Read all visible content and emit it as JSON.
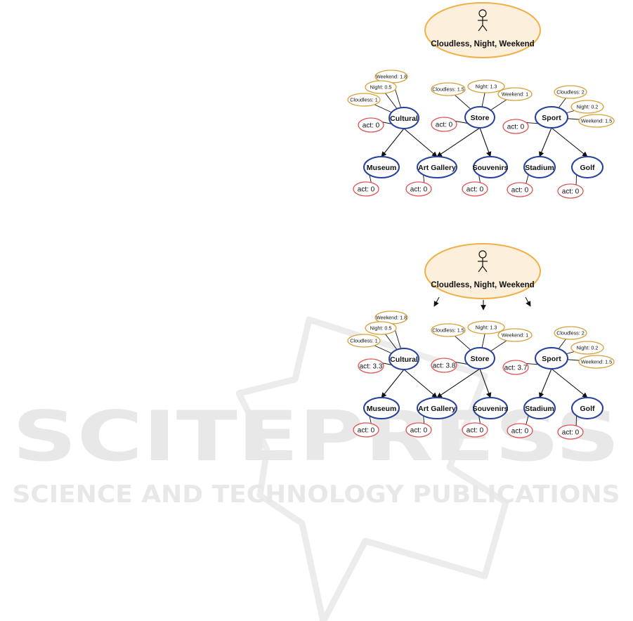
{
  "watermark": {
    "brand": "SCITEPRESS",
    "tagline": "SCIENCE AND TECHNOLOGY PUBLICATIONS"
  },
  "colors": {
    "context_fill": "#fcf0dc",
    "context_stroke": "#efb04a",
    "node_stroke": "#24409c",
    "weight_stroke": "#d6a13c",
    "act_stroke": "#e05050",
    "edge": "#111111",
    "watermark": "#e6e6e6"
  },
  "diagrams": [
    {
      "context": "Cloudless, Night, Weekend",
      "context_arrows": false,
      "nodes": [
        {
          "label": "Cultural",
          "act": "act: 0",
          "weights": [
            "Weekend: 1.8",
            "Night: 0.5",
            "Cloudless: 1"
          ]
        },
        {
          "label": "Store",
          "act": "act: 0",
          "weights": [
            "Cloudless: 1.5",
            "Night: 1.3",
            "Weekend: 1"
          ]
        },
        {
          "label": "Sport",
          "act": "act: 0",
          "weights": [
            "Cloudless: 2",
            "Night: 0.2",
            "Weekend: 1.5"
          ]
        },
        {
          "label": "Museum",
          "act": "act: 0"
        },
        {
          "label": "Art Gallery",
          "act": "act: 0"
        },
        {
          "label": "Souvenirs",
          "act": "act: 0"
        },
        {
          "label": "Stadium",
          "act": "act: 0"
        },
        {
          "label": "Golf",
          "act": "act: 0"
        }
      ]
    },
    {
      "context": "Cloudless, Night, Weekend",
      "context_arrows": true,
      "nodes": [
        {
          "label": "Cultural",
          "act": "act: 3.3",
          "weights": [
            "Weekend: 1.8",
            "Night: 0.5",
            "Cloudless: 1"
          ]
        },
        {
          "label": "Store",
          "act": "act: 3.8",
          "weights": [
            "Cloudless: 1.5",
            "Night: 1.3",
            "Weekend: 1"
          ]
        },
        {
          "label": "Sport",
          "act": "act: 3.7",
          "weights": [
            "Cloudless: 2",
            "Night: 0.2",
            "Weekend: 1.5"
          ]
        },
        {
          "label": "Museum",
          "act": "act: 0"
        },
        {
          "label": "Art Gallery",
          "act": "act: 0"
        },
        {
          "label": "Souvenirs",
          "act": "act: 0"
        },
        {
          "label": "Stadium",
          "act": "act: 0"
        },
        {
          "label": "Golf",
          "act": "act: 0"
        }
      ]
    }
  ]
}
